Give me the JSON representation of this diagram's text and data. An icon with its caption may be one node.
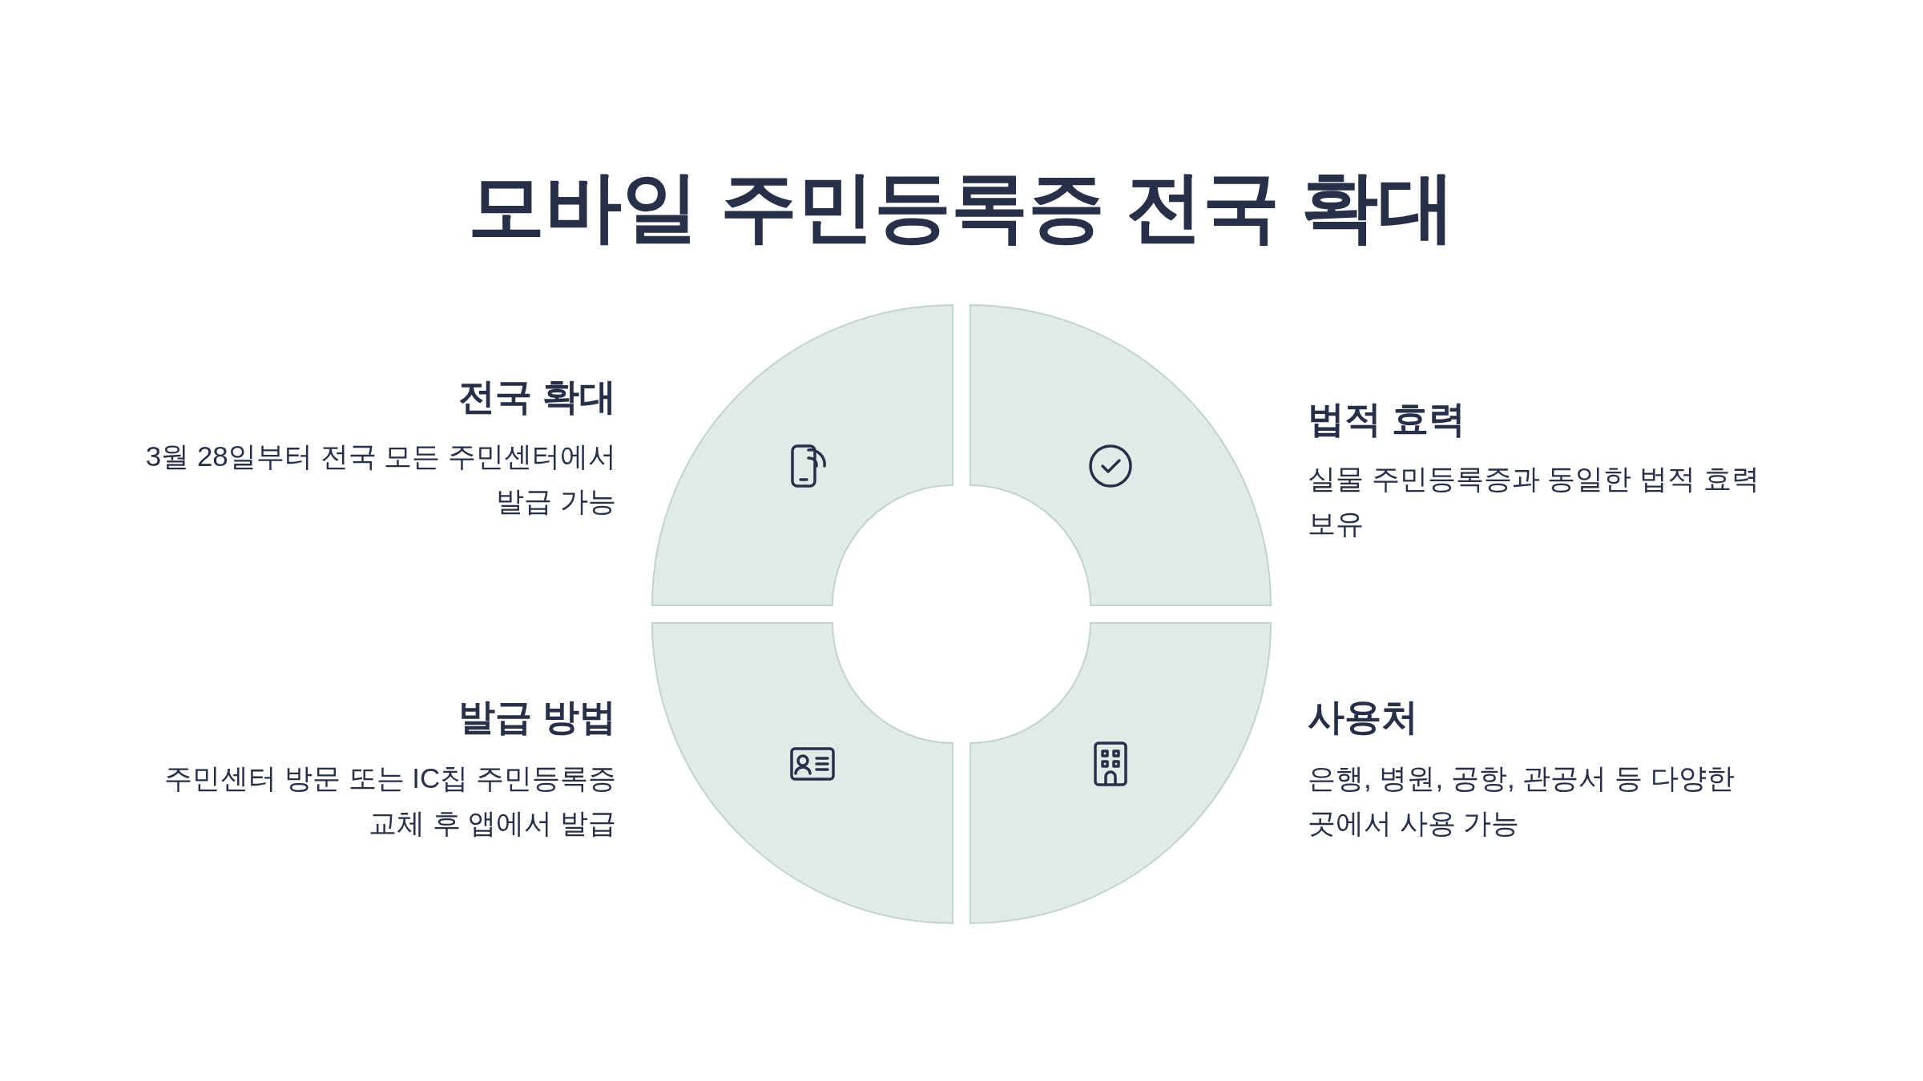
{
  "diagram": {
    "title": "모바일 주민등록증 전국 확대",
    "labels": [
      "전국 확대",
      "3월 28일부터 전국 모든 주민센터에서 발급 가능",
      "법적 효력",
      "실물 주민등록증과 동일한 법적 효력 보유",
      "발급 방법",
      "주민센터 방문 또는 IC칩 주민등록증 교체 후 앱에서 발급",
      "사용처",
      "은행, 병원, 공항, 관공서 등 다양한 곳에서 사용 가능"
    ]
  }
}
